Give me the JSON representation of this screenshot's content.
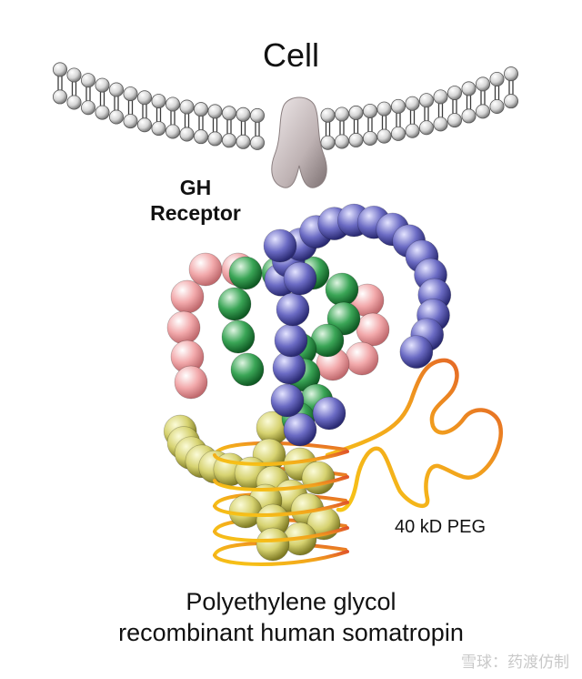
{
  "labels": {
    "cell": "Cell",
    "receptor_line1": "GH",
    "receptor_line2": "Receptor",
    "peg": "40 kD PEG",
    "caption_line1": "Polyethylene glycol",
    "caption_line2": "recombinant human somatropin"
  },
  "watermark": "雪球：药渡仿制",
  "colors": {
    "membrane_bead": "#d8d8d8",
    "receptor": "#c9bfc0",
    "helix_blue": "#6060b8",
    "helix_green": "#2f9a4c",
    "helix_pink": "#f0a8aa",
    "helix_yellow": "#d8d468",
    "peg_start": "#f7c816",
    "peg_end": "#e0542a"
  }
}
